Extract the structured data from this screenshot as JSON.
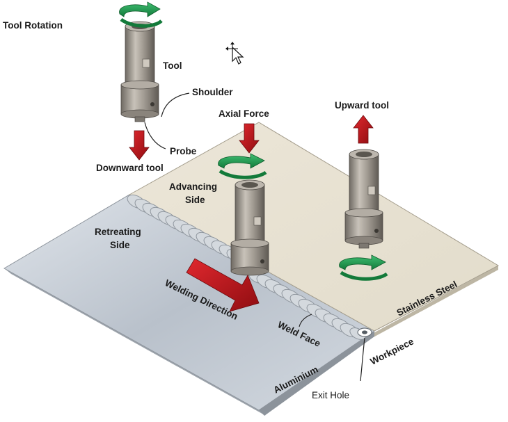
{
  "labels": {
    "tool_rotation": "Tool Rotation",
    "tool": "Tool",
    "shoulder": "Shoulder",
    "probe": "Probe",
    "downward_tool": "Downward tool",
    "axial_force": "Axial Force",
    "upward_tool": "Upward tool",
    "advancing_side_1": "Advancing",
    "advancing_side_2": "Side",
    "retreating_side_1": "Retreating",
    "retreating_side_2": "Side",
    "welding_direction": "Welding Direction",
    "weld_face": "Weld Face",
    "stainless_steel": "Stainless Steel",
    "workpiece": "Workpiece",
    "aluminium": "Aluminium",
    "exit_hole": "Exit Hole"
  },
  "colors": {
    "rotation_arrow": "#1f9a4e",
    "force_arrow": "#c4161c",
    "aluminium_plate": "#c9d0d8",
    "steel_plate": "#e8e2d3",
    "tool_body": "#9a948c"
  }
}
